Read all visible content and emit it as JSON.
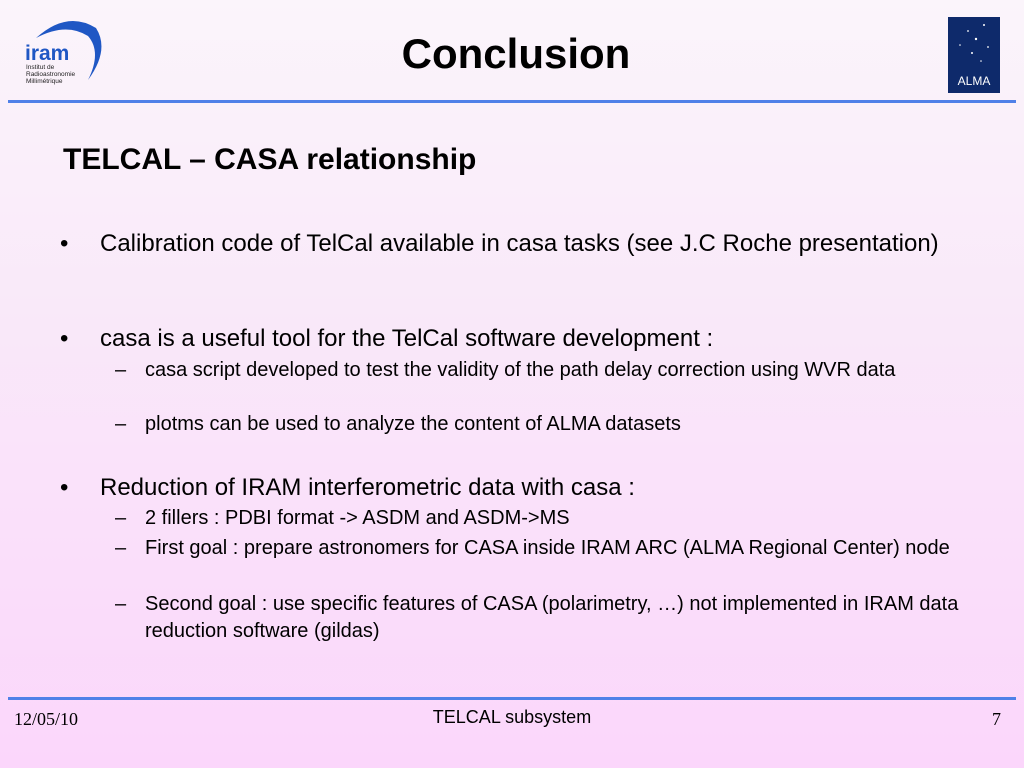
{
  "header": {
    "title": "Conclusion",
    "iram_logo": {
      "icon": "iram-logo",
      "name": "iram",
      "line1": "Institut de",
      "line2": "Radioastronomie",
      "line3": "Millimétrique"
    },
    "alma_logo": {
      "icon": "alma-logo",
      "name": "ALMA"
    }
  },
  "colors": {
    "rule": "#4f81e8",
    "title": "#000000"
  },
  "content": {
    "subtitle": "TELCAL – CASA relationship",
    "bullets": [
      {
        "marker": "•",
        "text": "Calibration code of TelCal available in casa tasks (see J.C Roche presentation)",
        "subs": []
      },
      {
        "marker": "•",
        "text": "casa is a useful tool for the TelCal software development :",
        "subs": [
          {
            "marker": "–",
            "text": "casa script developed to test the validity of the path delay correction using WVR data"
          },
          {
            "marker": "–",
            "text": "plotms can be used to analyze the content of ALMA datasets"
          }
        ]
      },
      {
        "marker": "•",
        "text": "Reduction of IRAM interferometric data with casa :",
        "subs": [
          {
            "marker": "–",
            "text": "2 fillers : PDBI format -> ASDM and ASDM->MS"
          },
          {
            "marker": "–",
            "text": "First goal : prepare astronomers for CASA inside IRAM ARC (ALMA Regional Center) node"
          },
          {
            "marker": "–",
            "text": "Second goal : use specific features of CASA (polarimetry, …) not implemented in IRAM data reduction software (gildas)"
          }
        ]
      }
    ]
  },
  "footer": {
    "date": "12/05/10",
    "center": "TELCAL subsystem",
    "page": "7"
  }
}
